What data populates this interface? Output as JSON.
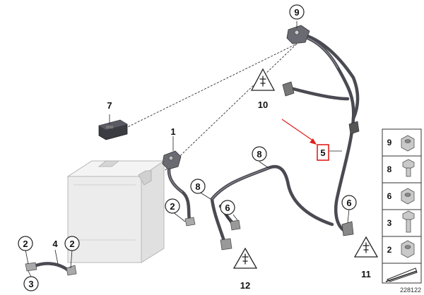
{
  "diagram": {
    "callouts": {
      "c1": "1",
      "c2a": "2",
      "c2b": "2",
      "c2c": "2",
      "c3": "3",
      "c4": "4",
      "c5": "5",
      "c6a": "6",
      "c6b": "6",
      "c7": "7",
      "c8a": "8",
      "c8b": "8",
      "c9": "9",
      "c10": "10",
      "c11": "11",
      "c12": "12"
    },
    "highlight_color": "#e0201b",
    "hardware_panel": {
      "items": [
        {
          "number": "9",
          "icon": "hex-nut-flanged-icon"
        },
        {
          "number": "8",
          "icon": "hex-bolt-short-icon"
        },
        {
          "number": "6",
          "icon": "hex-nut-icon"
        },
        {
          "number": "3",
          "icon": "hex-bolt-long-icon"
        },
        {
          "number": "2",
          "icon": "hex-nut-collar-icon"
        }
      ],
      "footer_icon": "shim-wedge-icon"
    },
    "reference_number": "228122",
    "warning_icon": "electrical-warning-triangle-icon"
  }
}
